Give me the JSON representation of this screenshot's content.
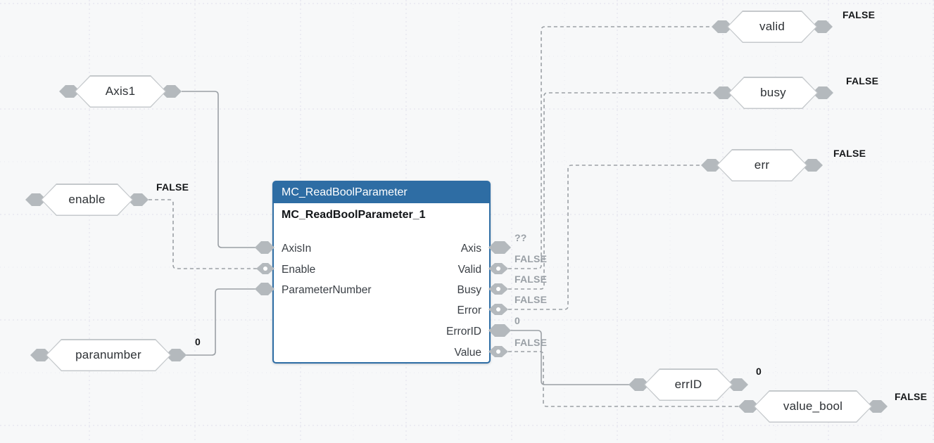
{
  "diagram_title": "MC_ReadBoolParameter function block diagram",
  "block": {
    "type_name": "MC_ReadBoolParameter",
    "instance_name": "MC_ReadBoolParameter_1",
    "inputs": [
      {
        "name": "AxisIn",
        "bool": false
      },
      {
        "name": "Enable",
        "bool": true
      },
      {
        "name": "ParameterNumber",
        "bool": false
      }
    ],
    "outputs": [
      {
        "name": "Axis",
        "value": "??",
        "bool": false
      },
      {
        "name": "Valid",
        "value": "FALSE",
        "bool": true
      },
      {
        "name": "Busy",
        "value": "FALSE",
        "bool": true
      },
      {
        "name": "Error",
        "value": "FALSE",
        "bool": true
      },
      {
        "name": "ErrorID",
        "value": "0",
        "bool": false
      },
      {
        "name": "Value",
        "value": "FALSE",
        "bool": true
      }
    ]
  },
  "tags": {
    "axis1": {
      "label": "Axis1",
      "value": ""
    },
    "enable": {
      "label": "enable",
      "value": "FALSE"
    },
    "paranumber": {
      "label": "paranumber",
      "value": "0"
    },
    "valid": {
      "label": "valid",
      "value": "FALSE"
    },
    "busy": {
      "label": "busy",
      "value": "FALSE"
    },
    "err": {
      "label": "err",
      "value": "FALSE"
    },
    "errid": {
      "label": "errID",
      "value": "0"
    },
    "value_bool": {
      "label": "value_bool",
      "value": "FALSE"
    }
  },
  "colors": {
    "block_header": "#2e6da4",
    "block_border": "#2e6da4",
    "wire": "#9ba0a5",
    "pin": "#b4b9bd",
    "tag_border": "#c5c9cc",
    "value_gray": "#9aa0a6",
    "value_black": "#16181a",
    "background": "#f7f8f9"
  }
}
